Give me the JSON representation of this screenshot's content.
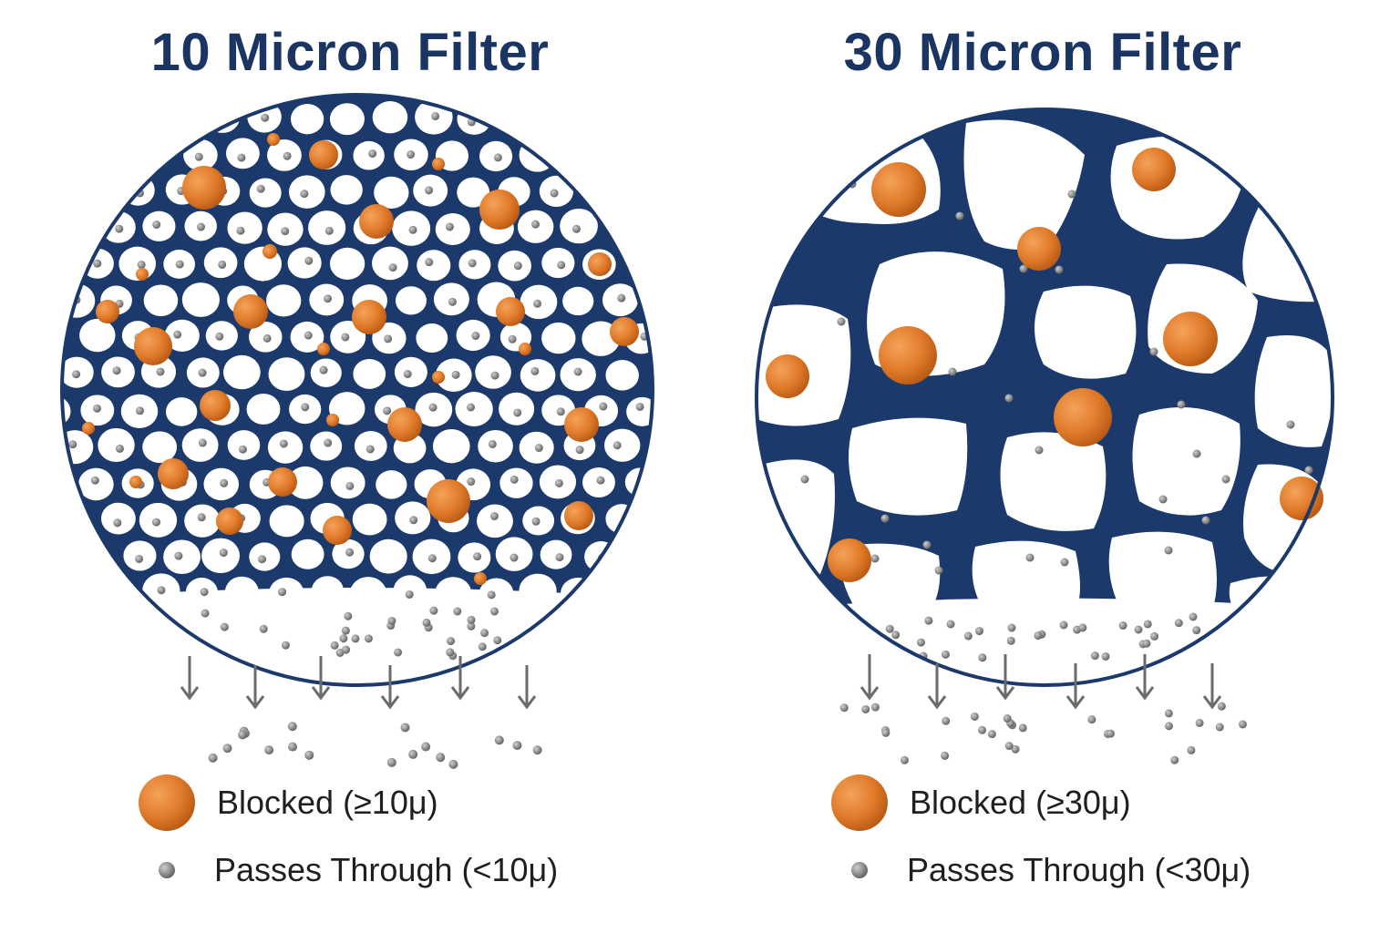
{
  "colors": {
    "membrane": "#1b3a6b",
    "pore": "#ffffff",
    "blocked_particle": "#e07a2a",
    "passing_particle": "#8c8c8c",
    "title": "#1b3563",
    "arrow": "#6b6b6b"
  },
  "panels": [
    {
      "title": "10 Micron Filter",
      "legend": {
        "blocked_label": "Blocked (≥10μ)",
        "passes_label": "Passes Through (<10μ)",
        "blocked_icon": "orange-particle-icon",
        "passes_icon": "gray-particle-icon"
      }
    },
    {
      "title": "30 Micron Filter",
      "legend": {
        "blocked_label": "Blocked (≥30μ)",
        "passes_label": "Passes Through (<30μ)",
        "blocked_icon": "orange-particle-icon",
        "passes_icon": "gray-particle-icon"
      }
    }
  ]
}
